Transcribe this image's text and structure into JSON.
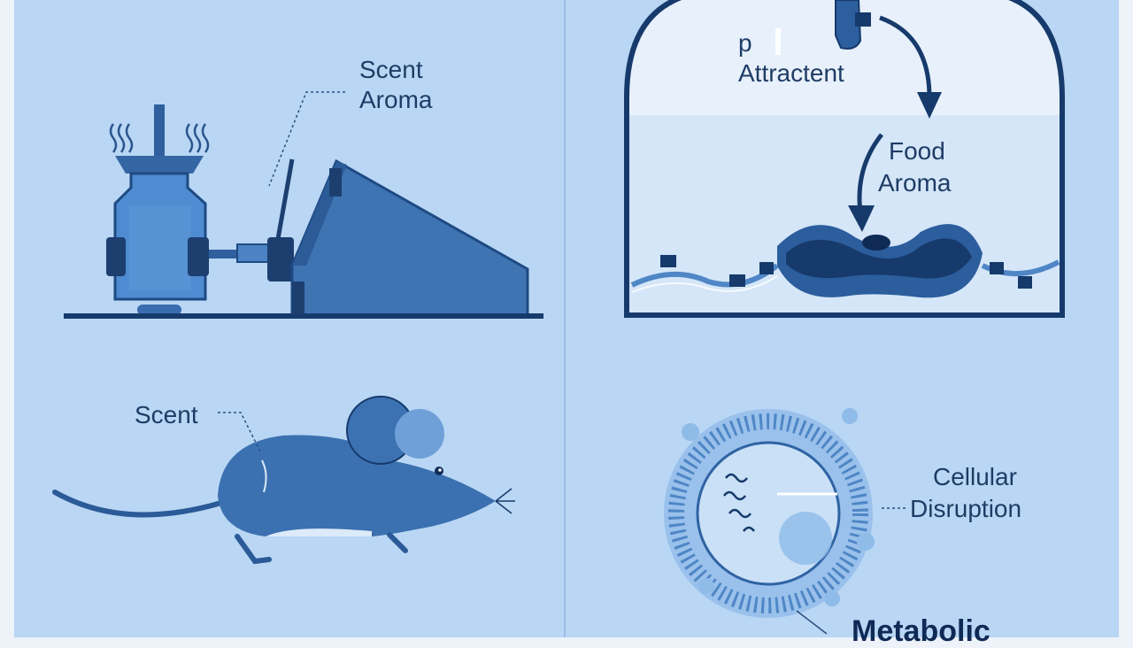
{
  "diagram": {
    "panel_top_left": {
      "label_line1": "Scent",
      "label_line2": "Aroma"
    },
    "panel_top_right": {
      "glyph": "p",
      "attractant": "Attractent",
      "food_line1": "Food",
      "food_line2": "Aroma"
    },
    "panel_bottom_left": {
      "label": "Scent"
    },
    "panel_bottom_right": {
      "label_line1": "Cellular",
      "label_line2": "Disruption",
      "footer_partial": "Metabolic"
    }
  },
  "colors": {
    "background": "#b9d6f4",
    "left_margin": "#eef3fa",
    "dark_navy": "#163a6b",
    "mid_blue": "#3f74b3",
    "light_blue": "#6fa0d8",
    "pale_blue": "#dceaf9"
  },
  "icons": [
    "scent-dispenser-icon",
    "trap-ramp-icon",
    "dome-container-icon",
    "mouse-icon",
    "cell-icon"
  ]
}
